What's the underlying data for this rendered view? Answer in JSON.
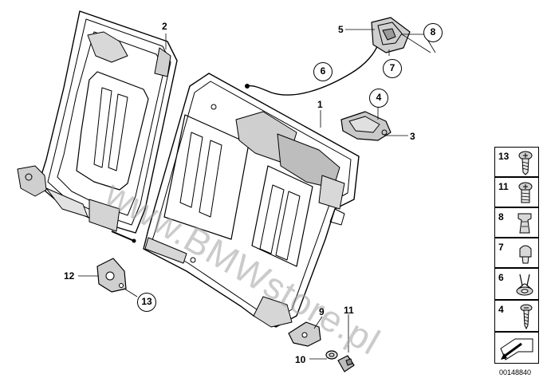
{
  "watermark": "www.BMWstore.pl",
  "diagram_id": "00148840",
  "callouts": {
    "c1": "1",
    "c2": "2",
    "c3": "3",
    "c4": "4",
    "c5": "5",
    "c6": "6",
    "c7": "7",
    "c8": "8",
    "c9": "9",
    "c10": "10",
    "c11": "11",
    "c12": "12",
    "c13": "13"
  },
  "legend": [
    {
      "num": "13",
      "icon": "torx-screw-icon"
    },
    {
      "num": "11",
      "icon": "torx-bolt-icon"
    },
    {
      "num": "8",
      "icon": "clip-nut-icon"
    },
    {
      "num": "7",
      "icon": "cap-icon"
    },
    {
      "num": "6",
      "icon": "spring-clip-icon"
    },
    {
      "num": "4",
      "icon": "screw-icon"
    }
  ]
}
